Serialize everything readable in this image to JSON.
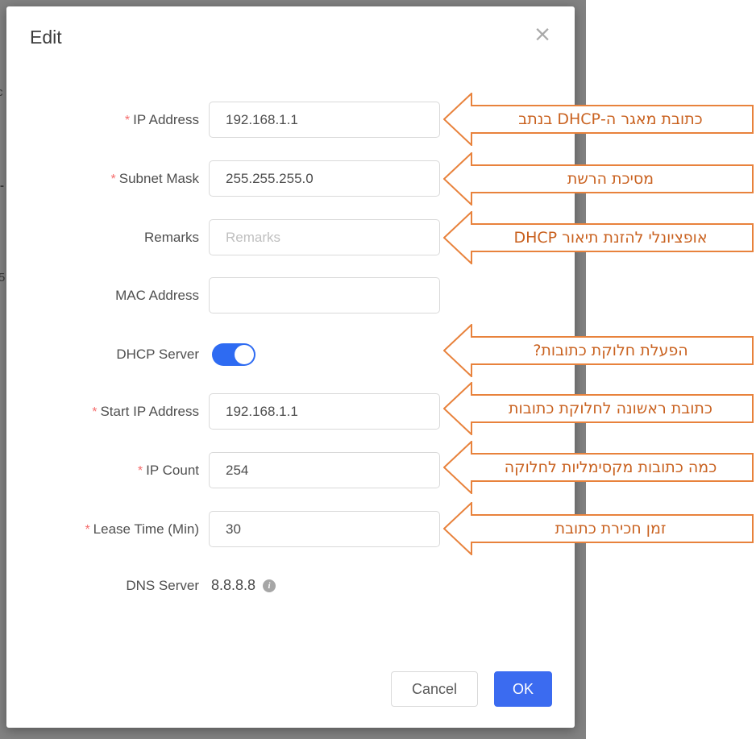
{
  "dialog": {
    "title": "Edit",
    "close_icon": "×",
    "required_marker": "*",
    "fields": [
      {
        "label": "IP Address",
        "required": true,
        "value": "192.168.1.1"
      },
      {
        "label": "Subnet Mask",
        "required": true,
        "value": "255.255.255.0"
      },
      {
        "label": "Remarks",
        "required": false,
        "value": "",
        "placeholder": "Remarks"
      },
      {
        "label": "MAC Address",
        "required": false,
        "value": ""
      },
      {
        "label": "DHCP Server",
        "required": false,
        "type": "toggle",
        "state": "on"
      },
      {
        "label": "Start IP Address",
        "required": true,
        "value": "192.168.1.1"
      },
      {
        "label": "IP Count",
        "required": true,
        "value": "254"
      },
      {
        "label": "Lease Time (Min)",
        "required": true,
        "value": "30"
      },
      {
        "label": "DNS Server",
        "required": false,
        "type": "static",
        "value": "8.8.8.8",
        "info_icon": "i"
      }
    ],
    "buttons": {
      "cancel": "Cancel",
      "ok": "OK"
    }
  },
  "annotations": [
    {
      "text": "כתובת מאגר ה-DHCP בנתב"
    },
    {
      "text": "מסיכת הרשת"
    },
    {
      "text": "אופציונלי להזנת תיאור DHCP"
    },
    {
      "text": "הפעלת חלוקת כתובות?"
    },
    {
      "text": "כתובת ראשונה לחלוקת כתובות"
    },
    {
      "text": "כמה כתובות מקסימליות לחלוקה"
    },
    {
      "text": "זמן חכירת כתובת"
    }
  ],
  "background_fragments": {
    "frag1": "c",
    "frag2": "-",
    "frag3": "5"
  },
  "colors": {
    "callout_orange_border": "#e8823c",
    "callout_orange_text": "#c9611f",
    "toggle_blue": "#2e6bf2",
    "ok_button_blue": "#3b6bf0",
    "required_red": "#f56c6c",
    "overlay_gray": "#828282",
    "input_border": "#d9d9d9"
  }
}
